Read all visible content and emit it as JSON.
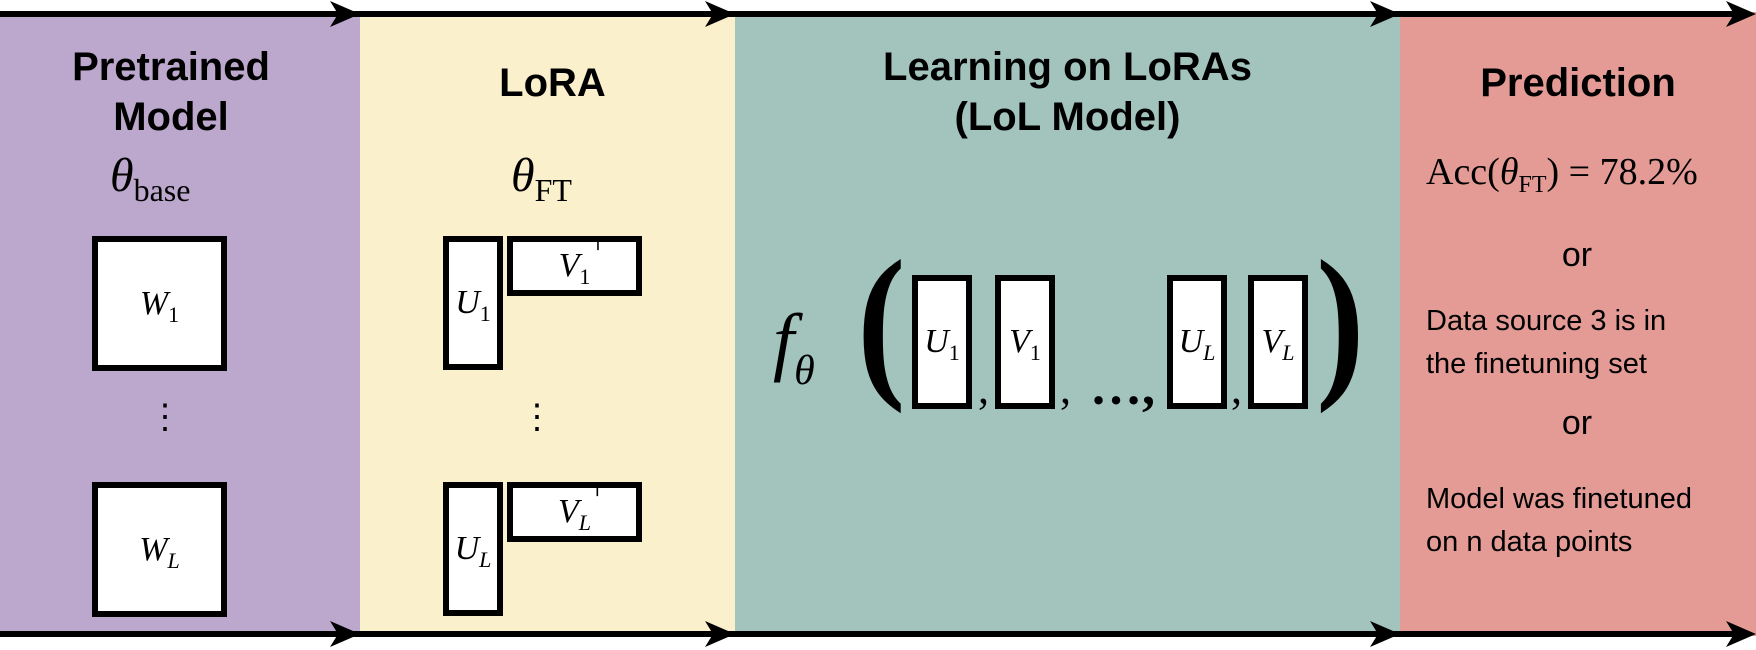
{
  "panels": {
    "pretrained": {
      "title_line1": "Pretrained",
      "title_line2": "Model",
      "symbol": "θ",
      "symbol_sub": "base",
      "matrices": [
        {
          "letter": "W",
          "sub": "1"
        },
        {
          "letter": "W",
          "sub": "L"
        }
      ],
      "ellipsis": "⋮"
    },
    "lora": {
      "title": "LoRA",
      "symbol": "θ",
      "symbol_sub": "FT",
      "pairs": [
        {
          "u_letter": "U",
          "u_sub": "1",
          "v_letter": "V",
          "v_sub": "1",
          "v_sup": "⊤"
        },
        {
          "u_letter": "U",
          "u_sub": "L",
          "v_letter": "V",
          "v_sub": "L",
          "v_sup": "⊤"
        }
      ],
      "ellipsis": "⋮"
    },
    "lol": {
      "title_line1": "Learning on LoRAs",
      "title_line2": "(LoL Model)",
      "func": "f",
      "func_sub": "θ",
      "open_paren": "(",
      "close_paren": ")",
      "comma": ",",
      "dots": "…,",
      "inputs": [
        {
          "letter": "U",
          "sub": "1"
        },
        {
          "letter": "V",
          "sub": "1"
        },
        {
          "letter": "U",
          "sub": "L"
        },
        {
          "letter": "V",
          "sub": "L"
        }
      ]
    },
    "prediction": {
      "title": "Prediction",
      "acc_prefix": "Acc(",
      "acc_theta": "θ",
      "acc_sub": "FT",
      "acc_suffix": ") = 78.2%",
      "or1": "or",
      "text1_line1": "Data source 3 is in",
      "text1_line2": "the finetuning set",
      "or2": "or",
      "text2_line1": "Model was finetuned",
      "text2_line2": "on n data points"
    }
  },
  "colors": {
    "pretrained": "#bca7cd",
    "lora": "#fbf0cc",
    "lol": "#a2c4bd",
    "prediction": "#e49b95"
  }
}
